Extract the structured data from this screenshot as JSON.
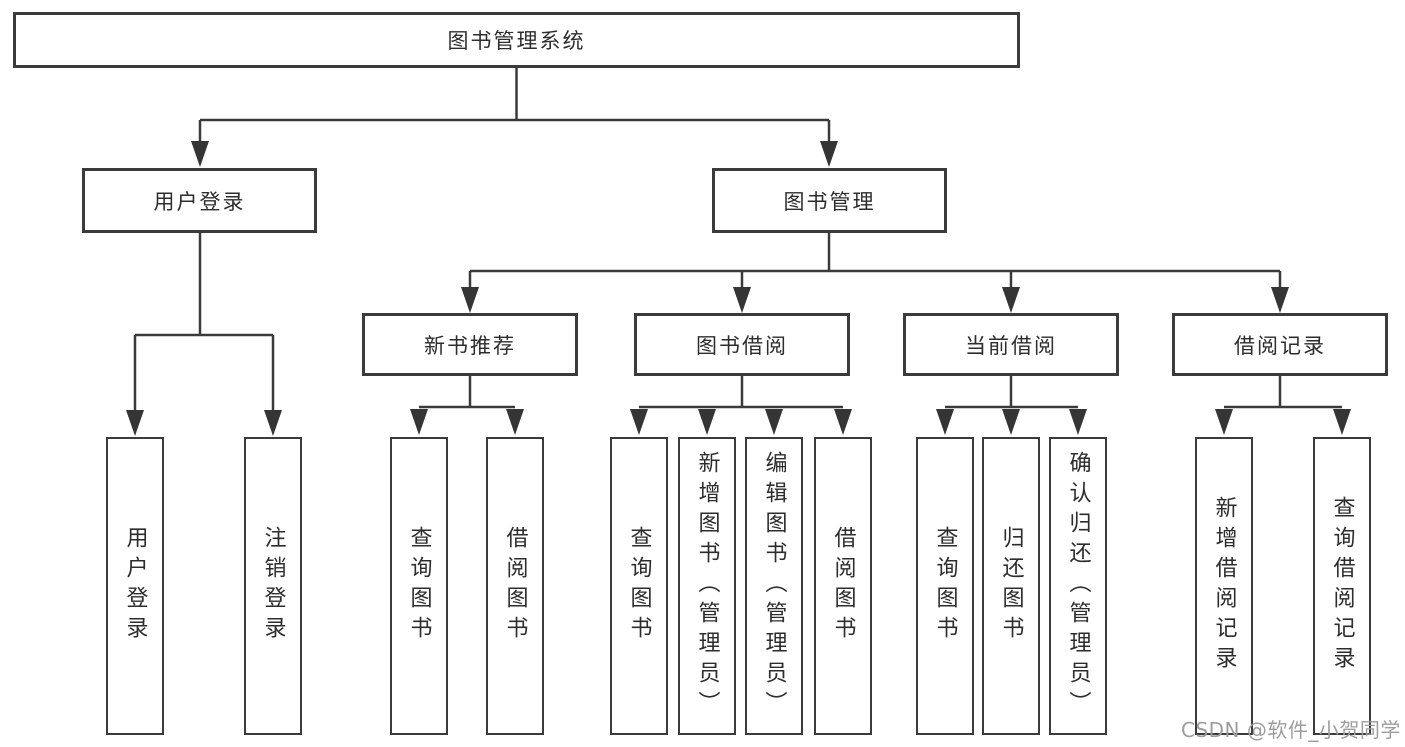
{
  "tree": {
    "label": "图书管理系统",
    "children": [
      {
        "label": "用户登录",
        "children": [
          {
            "label": "用户登录"
          },
          {
            "label": "注销登录"
          }
        ]
      },
      {
        "label": "图书管理",
        "children": [
          {
            "label": "新书推荐",
            "children": [
              {
                "label": "查询图书"
              },
              {
                "label": "借阅图书"
              }
            ]
          },
          {
            "label": "图书借阅",
            "children": [
              {
                "label": "查询图书"
              },
              {
                "label": "新增图书（管理员）"
              },
              {
                "label": "编辑图书（管理员）"
              },
              {
                "label": "借阅图书"
              }
            ]
          },
          {
            "label": "当前借阅",
            "children": [
              {
                "label": "查询图书"
              },
              {
                "label": "归还图书"
              },
              {
                "label": "确认归还（管理员）"
              }
            ]
          },
          {
            "label": "借阅记录",
            "children": [
              {
                "label": "新增借阅记录"
              },
              {
                "label": "查询借阅记录"
              }
            ]
          }
        ]
      }
    ]
  },
  "watermark": {
    "text": "CSDN @软件_小贺同学"
  },
  "colors": {
    "line": "#3a3a3a",
    "text": "#2d2d2d",
    "box_background": "#ffffff",
    "watermark": "#9d9d9d"
  }
}
